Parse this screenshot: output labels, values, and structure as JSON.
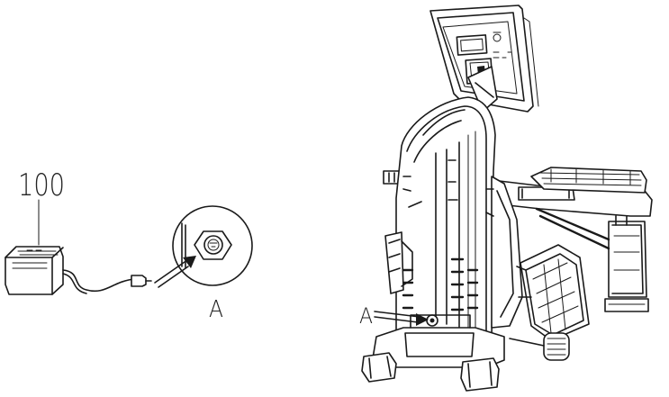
{
  "diagram": {
    "part_number": "100",
    "callout_left": "A",
    "callout_right": "A"
  }
}
